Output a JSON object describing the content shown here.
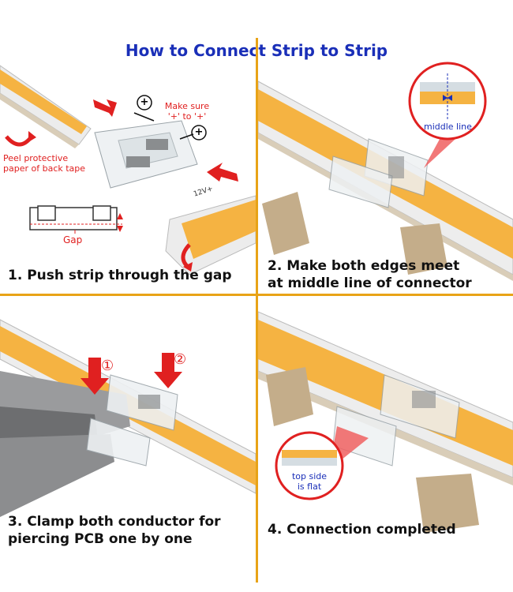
{
  "title": "How to Connect Strip to Strip",
  "colors": {
    "accent": "#e8a317",
    "title": "#1a2fb8",
    "annotation": "#e02020",
    "strip": "#f5b342"
  },
  "panel1": {
    "caption": "1. Push strip through the gap",
    "make_sure_line1": "Make sure",
    "make_sure_line2": "'+' to '+'",
    "peel_line1": "Peel protective",
    "peel_line2": "paper of back tape",
    "gap": "Gap",
    "plus": "+",
    "strip_mark": "12V+"
  },
  "panel2": {
    "caption_line1": "2. Make both edges meet",
    "caption_line2": "at middle line of connector",
    "callout": "middle line"
  },
  "panel3": {
    "caption_line1": "3. Clamp both conductor for",
    "caption_line2": "piercing PCB one by one",
    "step1": "①",
    "step2": "②"
  },
  "panel4": {
    "caption": "4. Connection completed",
    "callout_line1": "top side",
    "callout_line2": "is flat"
  }
}
